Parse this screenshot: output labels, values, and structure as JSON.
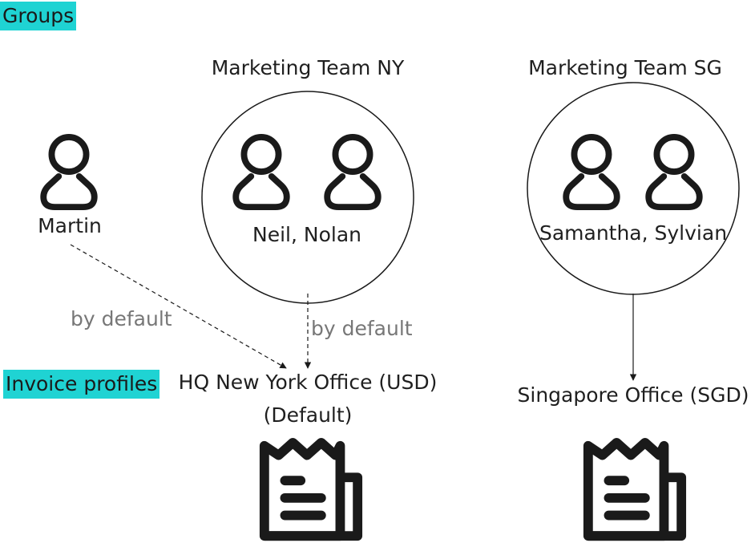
{
  "sections": {
    "groups_label": "Groups",
    "invoice_profiles_label": "Invoice profiles"
  },
  "users": {
    "martin": {
      "name": "Martin"
    }
  },
  "groups": [
    {
      "title": "Marketing Team NY",
      "members": "Neil, Nolan"
    },
    {
      "title": "Marketing Team SG",
      "members": "Samantha, Sylvian"
    }
  ],
  "edges": {
    "martin_to_hq": "by default",
    "ny_to_hq": "by default"
  },
  "profiles": [
    {
      "name": "HQ New York Office (USD)",
      "note": "(Default)"
    },
    {
      "name": "Singapore Office (SGD)"
    }
  ],
  "colors": {
    "highlight": "#1fd3d3",
    "stroke": "#1a1a1a",
    "muted_text": "#777777"
  },
  "icons": {
    "person": "user-outline-icon",
    "invoice": "receipt-icon"
  }
}
